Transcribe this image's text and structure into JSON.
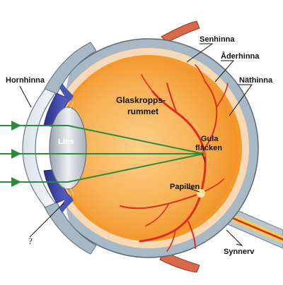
{
  "labels": {
    "senhinna": "Senhinna",
    "aderhinna": "Åderhinna",
    "nathinna": "Näthinna",
    "hornhinna": "Hornhinna",
    "glaskropp_line1": "Glaskropps-",
    "glaskropp_line2": "rummet",
    "gula_line1": "Gula",
    "gula_line2": "fläcken",
    "lins": "Lins",
    "papillen": "Papillen",
    "synnerv": "Synnerv",
    "question": "?"
  },
  "colors": {
    "sclera": "#a8b8c4",
    "choroid": "#f7d9b6",
    "retina": "#f29a2e",
    "vitreous": "#f7a640",
    "vessel": "#d8301c",
    "light_ray": "#2e8b3d",
    "iris": "#3a44a8",
    "lens": "#c9ced6",
    "muscle": "#d86a4a"
  },
  "icons": {
    "light_rays": "arrow-right-icon"
  }
}
